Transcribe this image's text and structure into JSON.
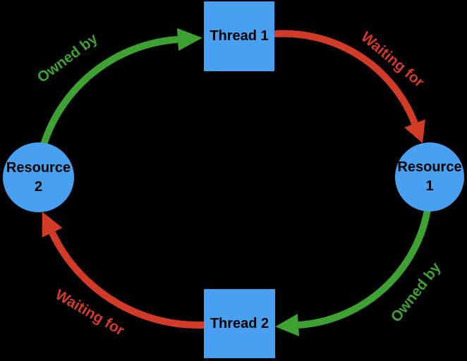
{
  "colors": {
    "background": "#000000",
    "node_fill": "#4AA0F0",
    "node_text": "#000000",
    "owned": "#3EA232",
    "waiting": "#D13B27"
  },
  "nodes": {
    "thread1": {
      "label": "Thread 1",
      "shape": "square"
    },
    "thread2": {
      "label": "Thread 2",
      "shape": "square"
    },
    "resource1": {
      "line1": "Resource",
      "line2": "1",
      "shape": "circle"
    },
    "resource2": {
      "line1": "Resource",
      "line2": "2",
      "shape": "circle"
    }
  },
  "edges": [
    {
      "from": "Resource 2",
      "to": "Thread 1",
      "label": "Owned by",
      "relation": "owned"
    },
    {
      "from": "Thread 1",
      "to": "Resource 1",
      "label": "Waiting for",
      "relation": "waiting"
    },
    {
      "from": "Resource 1",
      "to": "Thread 2",
      "label": "Owned by",
      "relation": "owned"
    },
    {
      "from": "Thread 2",
      "to": "Resource 2",
      "label": "Waiting for",
      "relation": "waiting"
    }
  ]
}
